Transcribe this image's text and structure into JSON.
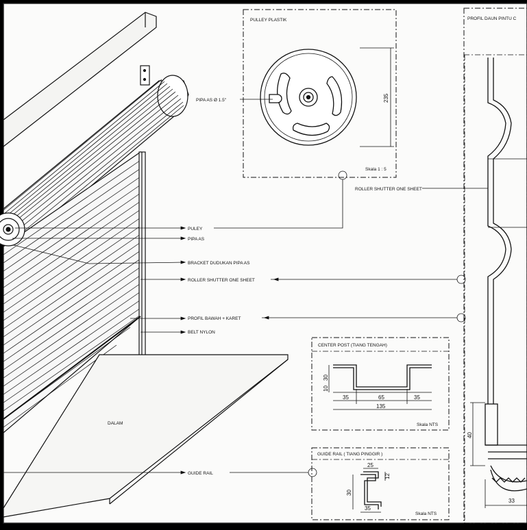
{
  "labels": {
    "pulley_title": "PULLEY PLASTIK",
    "pipa_as_diam": "PIPA  AS Ø 1.5\"",
    "pulley_dim": "235",
    "pulley_scale": "Skala 1 : 5",
    "profil_title": "PROFIL DAUN PINTU C",
    "roller_sheet_top": "ROLLER SHUTTER ONE SHEET",
    "puley": "PULEY",
    "pipa_as": "PIPA AS",
    "bracket": "BRACKET DUDUKAN PIPA AS",
    "roller_sheet": "ROLLER SHUTTER ONE SHEET",
    "profil_bawah": "PROFIL BAWAH + KARET",
    "belt": "BELT NYLON",
    "dalam": "DALAM",
    "guide_rail": "GUIDE RAIL"
  },
  "center_post": {
    "title": "CENTER POST (TIANG TENGAH)",
    "dims": {
      "h1": "30",
      "h2": "10",
      "w1": "35",
      "w2": "65",
      "w3": "35",
      "total": "135"
    },
    "scale": "Skala NTS"
  },
  "guide_rail_detail": {
    "title": "GUIDE RAIL  ( TIANG PINGGIR )",
    "dims": {
      "top": "25",
      "side": "12",
      "height": "30",
      "bottom": "35"
    },
    "scale": "Skala NTS"
  },
  "profil_dims": {
    "height": "40",
    "width": "33"
  }
}
